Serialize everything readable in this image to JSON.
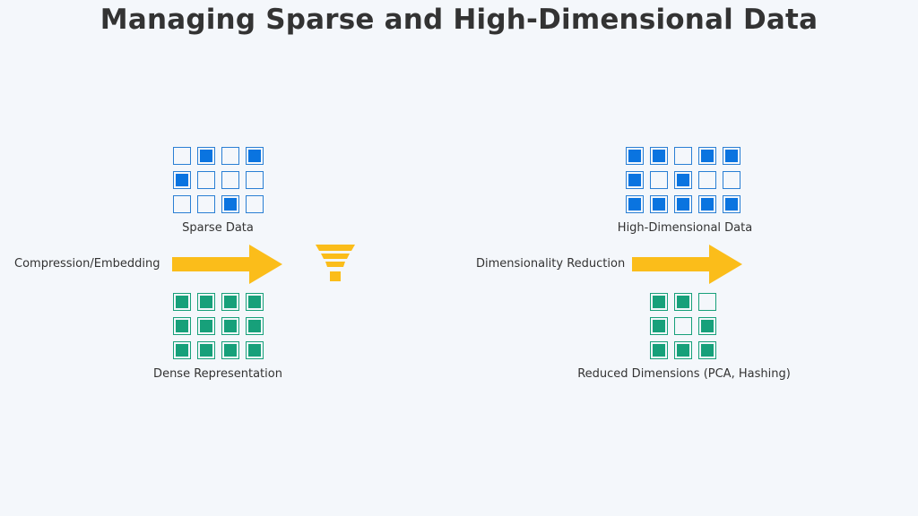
{
  "title": "Managing Sparse and High-Dimensional Data",
  "colors": {
    "accent_blue": "#0a74e0",
    "accent_green": "#17a07a",
    "arrow": "#fbbd1a",
    "text": "#333333",
    "background": "#f4f7fb"
  },
  "left": {
    "top_label": "Sparse Data",
    "arrow_label": "Compression/Embedding",
    "bottom_label": "Dense Representation",
    "icon": "funnel-icon",
    "sparse_grid": [
      [
        0,
        1,
        0,
        1
      ],
      [
        1,
        0,
        0,
        0
      ],
      [
        0,
        0,
        1,
        0
      ]
    ],
    "dense_grid": [
      [
        1,
        1,
        1,
        1
      ],
      [
        1,
        1,
        1,
        1
      ],
      [
        1,
        1,
        1,
        1
      ]
    ]
  },
  "right": {
    "top_label": "High-Dimensional Data",
    "arrow_label": "Dimensionality Reduction",
    "bottom_label": "Reduced Dimensions (PCA, Hashing)",
    "high_dim_grid": [
      [
        1,
        1,
        0,
        1,
        1
      ],
      [
        1,
        0,
        1,
        0,
        0
      ],
      [
        1,
        1,
        1,
        1,
        1
      ]
    ],
    "reduced_grid": [
      [
        1,
        1,
        0
      ],
      [
        1,
        0,
        1
      ],
      [
        1,
        1,
        1
      ]
    ]
  }
}
